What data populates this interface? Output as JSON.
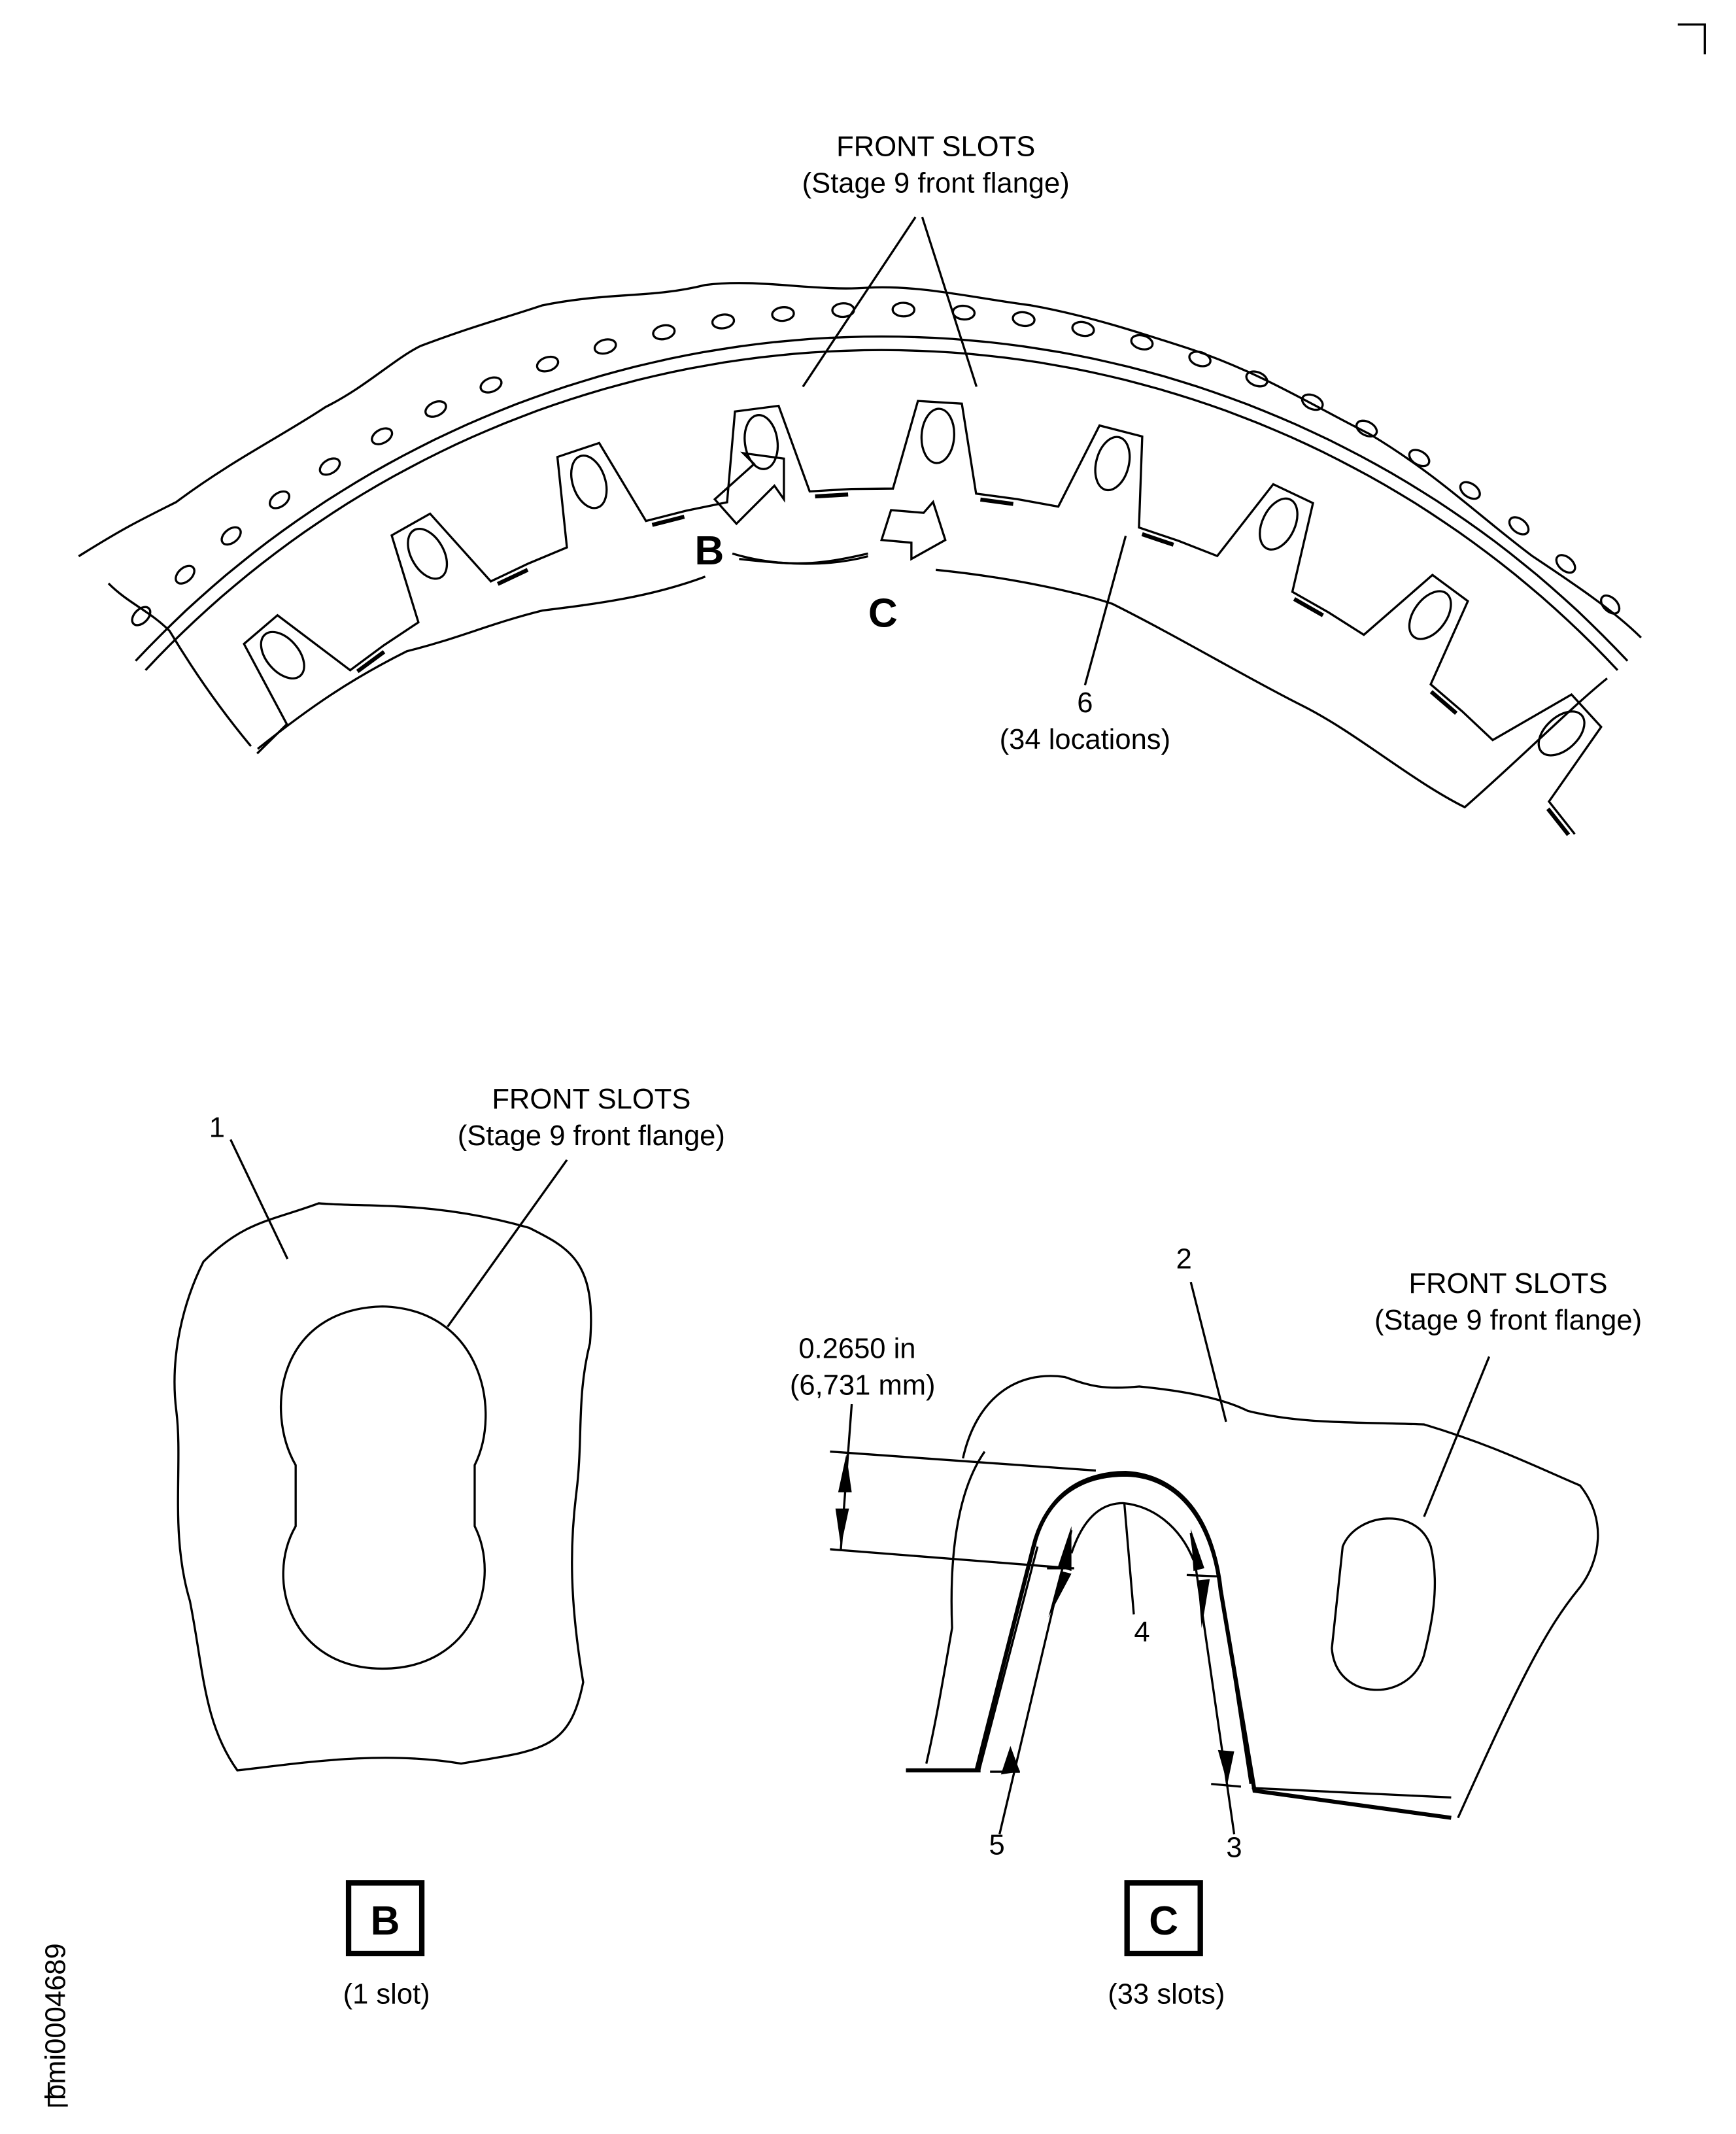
{
  "top_view": {
    "front_slots_title": "FRONT SLOTS",
    "front_slots_sub": "(Stage 9 front flange)",
    "view_b_arrow": "B",
    "view_c_arrow": "C",
    "item_6": "6",
    "item_6_sub": "(34 locations)"
  },
  "view_b": {
    "item_1": "1",
    "front_slots_title": "FRONT SLOTS",
    "front_slots_sub": "(Stage 9 front flange)",
    "box_label": "B",
    "caption": "(1 slot)"
  },
  "view_c": {
    "item_2": "2",
    "front_slots_title": "FRONT SLOTS",
    "front_slots_sub": "(Stage 9 front flange)",
    "dimension_in": "0.2650 in",
    "dimension_mm": "(6,731 mm)",
    "item_3": "3",
    "item_4": "4",
    "item_5": "5",
    "box_label": "C",
    "caption": "(33 slots)"
  },
  "figure_id": "bmi0004689"
}
